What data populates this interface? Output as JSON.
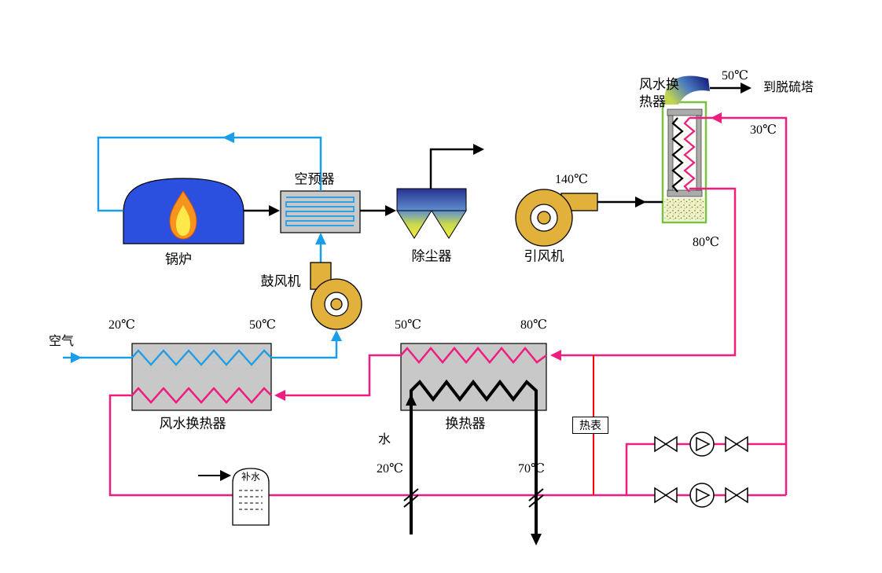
{
  "diagram": {
    "components": {
      "air_inlet": "空气",
      "boiler": "锅炉",
      "air_preheater": "空预器",
      "dust_collector": "除尘器",
      "induced_draft_fan": "引风机",
      "blower": "鼓风机",
      "left_air_water_hx": "风水换热器",
      "main_hx": "换热器",
      "heat_meter": "热表",
      "makeup_water": "补水",
      "right_hx_line1": "风水换",
      "right_hx_line2": "热器",
      "water": "水",
      "to_desulf_tower": "到脱硫塔"
    },
    "temperatures": {
      "air_in": "20℃",
      "air_out": "50℃",
      "hw_mid_in": "80℃",
      "hw_mid_out": "50℃",
      "flue_after_fan": "140℃",
      "stack": "50℃",
      "hw_return": "30℃",
      "hw_supply": "80℃",
      "water_in": "20℃",
      "water_out": "70℃"
    },
    "colors": {
      "air_line": "#1B9DE8",
      "hot_water_line": "#EE1D80",
      "flue_line": "#000000",
      "heat_meter_line": "#FF0000",
      "fan_body": "#E2B13C",
      "boiler_body": "#2B50E0",
      "hx_box": "#C8C8C8",
      "right_hx_frame": "#7AC143",
      "flame_outer": "#F7941D",
      "flame_inner": "#FFE94A",
      "dust_gradient_top": "#28328F",
      "dust_gradient_bottom": "#F4EA3B"
    }
  }
}
